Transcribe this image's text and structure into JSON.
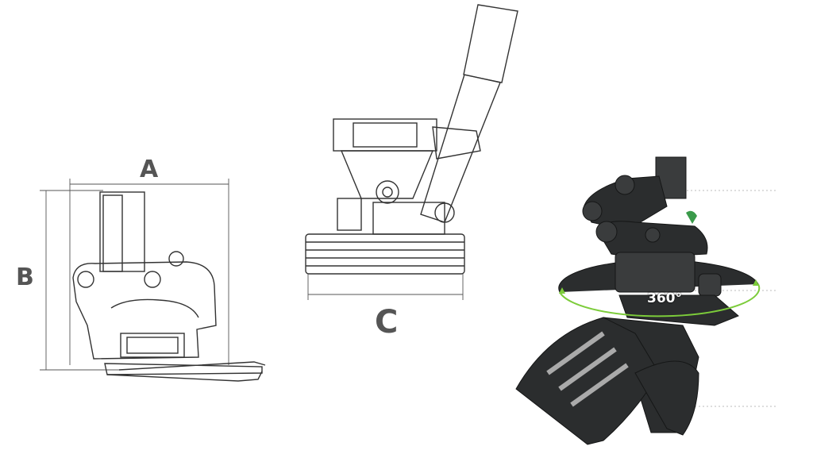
{
  "dimension_labels": {
    "a": "A",
    "b": "B",
    "c": "C"
  },
  "rotation_label": "360°",
  "colors": {
    "rotation_ring": "#7ccc3a",
    "line_art": "#333333",
    "render_body": "#2b2d2e",
    "label": "#555555"
  }
}
